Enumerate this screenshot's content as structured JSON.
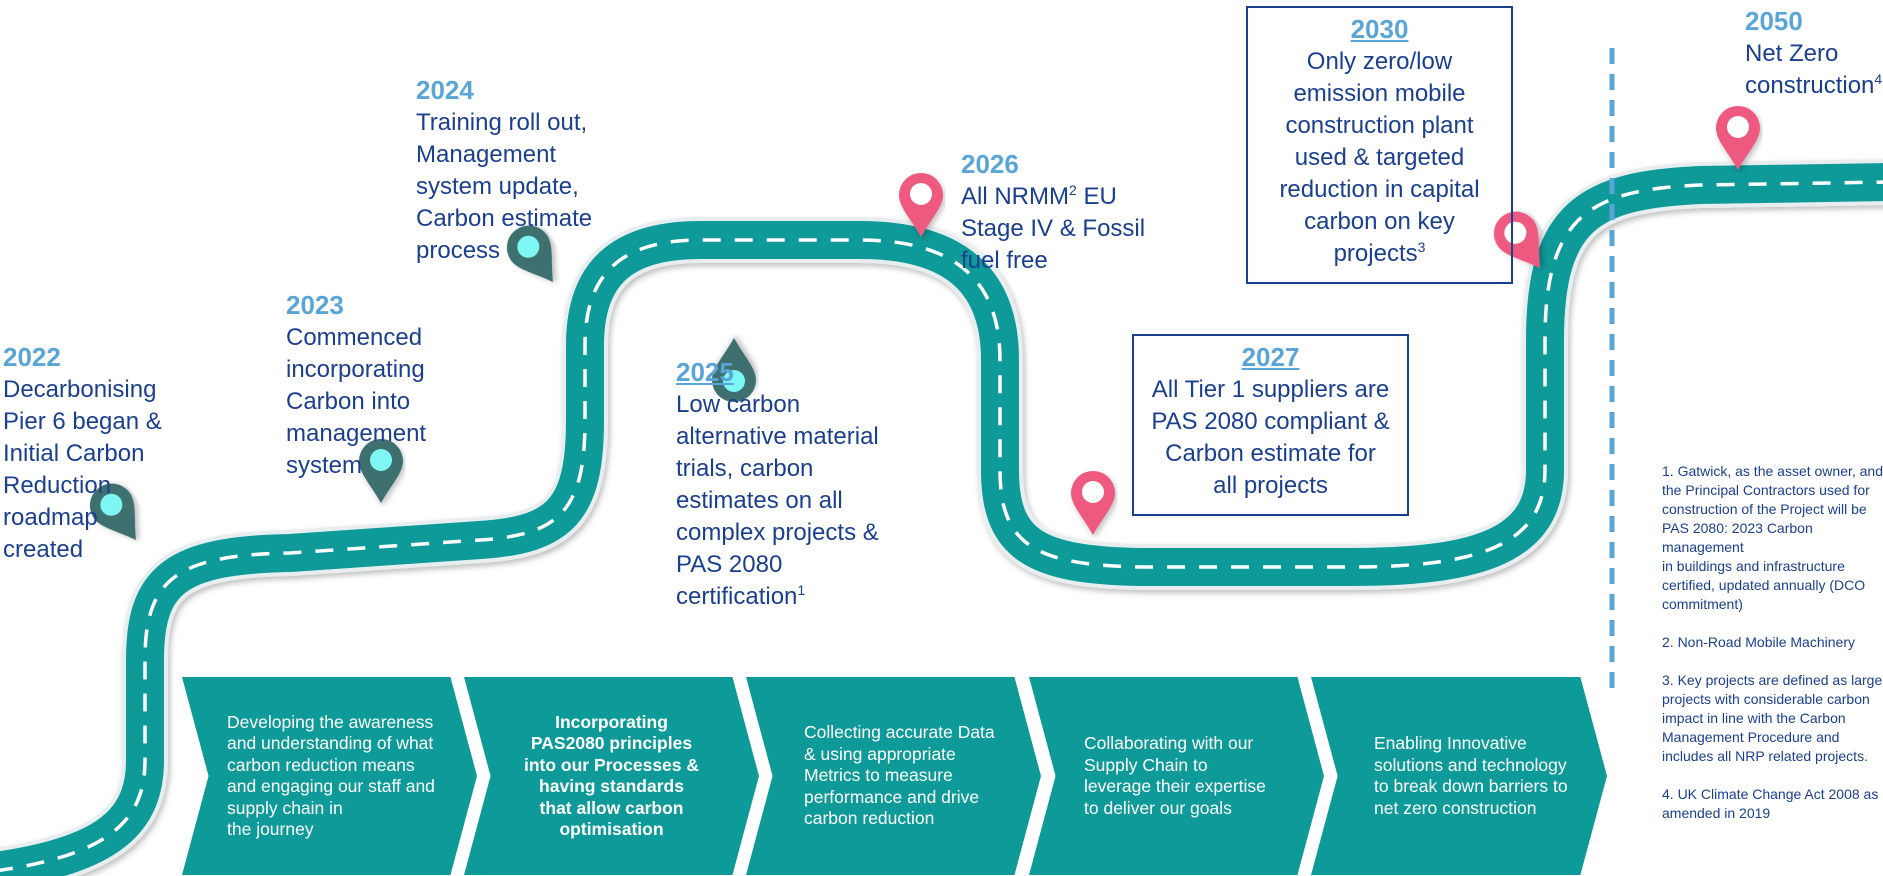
{
  "milestones": {
    "m2022": {
      "year": "2022",
      "text": "Decarbonising\nPier 6 began &\nInitial Carbon\nReduction\nroadmap\ncreated"
    },
    "m2023": {
      "year": "2023",
      "text": "Commenced\nincorporating\nCarbon into\nmanagement\nsystem"
    },
    "m2024": {
      "year": "2024",
      "text": "Training roll out,\nManagement\nsystem update,\nCarbon estimate\nprocess"
    },
    "m2025": {
      "year": "2025",
      "text": "Low carbon\nalternative material\ntrials, carbon\nestimates on all\ncomplex projects &\nPAS 2080\ncertification",
      "sup": "1"
    },
    "m2026": {
      "year": "2026",
      "text_a": "All NRMM",
      "sup": "2",
      "text_b": " EU\nStage IV & Fossil\nfuel free"
    },
    "m2027": {
      "year": "2027",
      "text": "All Tier 1 suppliers are\nPAS 2080 compliant &\nCarbon estimate for\nall projects"
    },
    "m2030": {
      "year": "2030",
      "text": "Only zero/low\nemission mobile\nconstruction plant\nused & targeted\nreduction in capital\ncarbon on key\nprojects",
      "sup": "3"
    },
    "m2050": {
      "year": "2050",
      "text": "Net Zero\nconstruction",
      "sup": "4"
    }
  },
  "chevrons": [
    {
      "text": "Developing the awareness\nand understanding of what\ncarbon reduction means\nand engaging our staff and\nsupply chain in\nthe journey"
    },
    {
      "text": "Incorporating\nPAS2080 principles\ninto our Processes &\nhaving standards\nthat allow carbon\noptimisation"
    },
    {
      "text": "Collecting accurate Data\n& using appropriate\nMetrics to measure\nperformance and drive\ncarbon reduction"
    },
    {
      "text": "Collaborating with our\nSupply Chain to\nleverage their expertise\nto deliver our goals"
    },
    {
      "text": "Enabling Innovative\nsolutions and technology\nto break down barriers to\nnet zero construction"
    }
  ],
  "footnotes": [
    "1. Gatwick, as the asset owner, and\nthe Principal Contractors used for\nconstruction of the Project will be\nPAS 2080: 2023 Carbon management\nin buildings and infrastructure\ncertified, updated annually (DCO\ncommitment)",
    "2. Non-Road Mobile Machinery",
    "3. Key projects are defined as large\nprojects with considerable carbon\nimpact in line with the Carbon\nManagement Procedure and\nincludes all NRP related projects.",
    "4. UK Climate Change Act 2008 as\namended in 2019"
  ],
  "colors": {
    "road": "#0e9a98",
    "road_edge": "#e8eef0",
    "pin_done": "#3d6f6e",
    "pin_done_center": "#7ef7f4",
    "pin_future": "#ee5a7f",
    "year": "#5aa5d8",
    "text": "#1b3f8f",
    "divider": "#5aa5d8"
  },
  "pins": [
    {
      "name": "pin-2022-icon",
      "status": "done"
    },
    {
      "name": "pin-2023-icon",
      "status": "done"
    },
    {
      "name": "pin-2024-icon",
      "status": "done"
    },
    {
      "name": "pin-2025-icon",
      "status": "done"
    },
    {
      "name": "pin-2026-icon",
      "status": "future"
    },
    {
      "name": "pin-2027-icon",
      "status": "future"
    },
    {
      "name": "pin-2030-icon",
      "status": "future"
    },
    {
      "name": "pin-2050-icon",
      "status": "future"
    }
  ]
}
